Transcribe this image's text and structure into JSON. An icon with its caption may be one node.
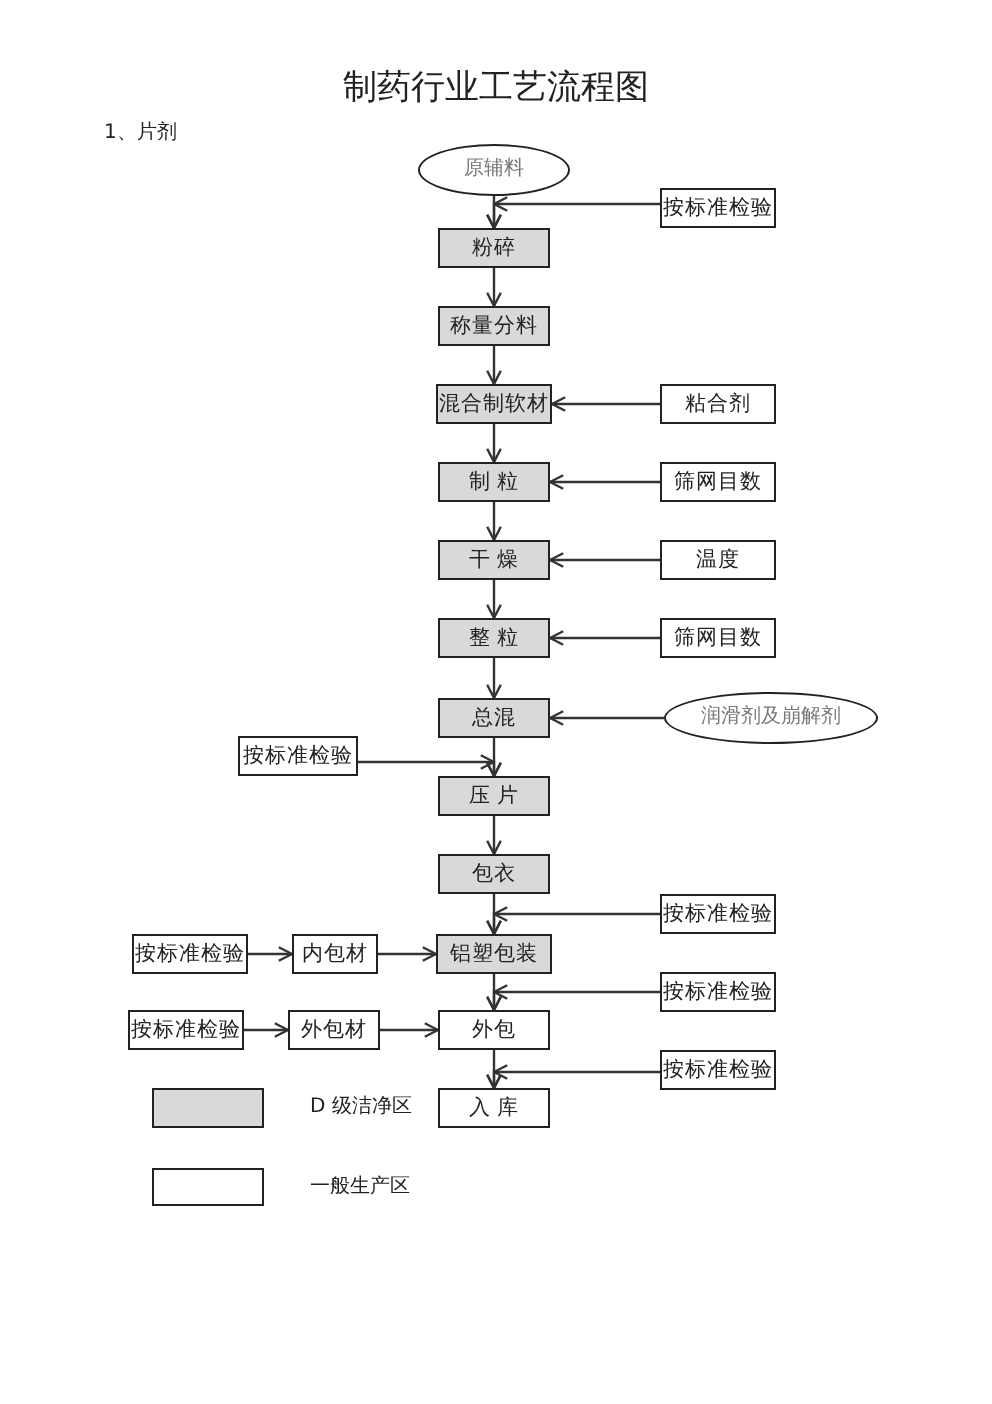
{
  "diagram": {
    "title": "制药行业工艺流程图",
    "nodes": [
      {
        "text": [
          "原辅料"
        ]
      },
      {
        "text": [
          "按标准检验"
        ]
      },
      {
        "text": [
          "粉碎"
        ]
      },
      {
        "text": [
          "称量分料"
        ]
      },
      {
        "text": [
          "混合制软材"
        ]
      },
      {
        "text": [
          "粘合剂"
        ]
      },
      {
        "text": [
          "制 粒"
        ]
      },
      {
        "text": [
          "筛网目数"
        ]
      },
      {
        "text": [
          "干 燥"
        ]
      },
      {
        "text": [
          "温度"
        ]
      },
      {
        "text": [
          "整 粒"
        ]
      },
      {
        "text": [
          "筛网目数"
        ]
      },
      {
        "text": [
          "总混"
        ]
      },
      {
        "text": [
          "润滑剂及崩解剂"
        ]
      },
      {
        "text": [
          "按标准检验"
        ]
      },
      {
        "text": [
          "压 片"
        ]
      },
      {
        "text": [
          "包衣"
        ]
      },
      {
        "text": [
          "按标准检验"
        ]
      },
      {
        "text": [
          "按标准检验"
        ]
      },
      {
        "text": [
          "内包材"
        ]
      },
      {
        "text": [
          "铝塑包装"
        ]
      },
      {
        "text": [
          "按标准检验"
        ]
      },
      {
        "text": [
          "按标准检验"
        ]
      },
      {
        "text": [
          "外包材"
        ]
      },
      {
        "text": [
          "外包"
        ]
      },
      {
        "text": [
          "按标准检验"
        ]
      },
      {
        "text": [
          "入 库"
        ]
      }
    ],
    "edges": [
      {
        "from": 0,
        "to": 2,
        "arrow": "to"
      },
      {
        "from": 1,
        "to": 2,
        "arrow": "to"
      },
      {
        "from": 2,
        "to": 3,
        "arrow": "to"
      },
      {
        "from": 3,
        "to": 4,
        "arrow": "to"
      },
      {
        "from": 5,
        "to": 4,
        "arrow": "to"
      },
      {
        "from": 4,
        "to": 6,
        "arrow": "to"
      },
      {
        "from": 7,
        "to": 6,
        "arrow": "to"
      },
      {
        "from": 6,
        "to": 8,
        "arrow": "to"
      },
      {
        "from": 9,
        "to": 8,
        "arrow": "to"
      },
      {
        "from": 8,
        "to": 10,
        "arrow": "to"
      },
      {
        "from": 11,
        "to": 10,
        "arrow": "to"
      },
      {
        "from": 10,
        "to": 12,
        "arrow": "to"
      },
      {
        "from": 13,
        "to": 12,
        "arrow": "to"
      },
      {
        "from": 12,
        "to": 15,
        "arrow": "to"
      },
      {
        "from": 14,
        "to": 15,
        "arrow": "to"
      },
      {
        "from": 15,
        "to": 16,
        "arrow": "to"
      },
      {
        "from": 16,
        "to": 20,
        "arrow": "to"
      },
      {
        "from": 17,
        "to": 20,
        "arrow": "to"
      },
      {
        "from": 18,
        "to": 19,
        "arrow": "to"
      },
      {
        "from": 19,
        "to": 20,
        "arrow": "to"
      },
      {
        "from": 20,
        "to": 24,
        "arrow": "to"
      },
      {
        "from": 21,
        "to": 24,
        "arrow": "to"
      },
      {
        "from": 22,
        "to": 23,
        "arrow": "to"
      },
      {
        "from": 23,
        "to": 24,
        "arrow": "to"
      },
      {
        "from": 24,
        "to": 26,
        "arrow": "to"
      },
      {
        "from": 25,
        "to": 26,
        "arrow": "to"
      }
    ],
    "labels": [
      "1、片剂"
    ],
    "legend": [
      {
        "text": "D 级洁净区",
        "color": "#d9d9d9"
      },
      {
        "text": "一般生产区",
        "color": "#ffffff"
      }
    ]
  }
}
